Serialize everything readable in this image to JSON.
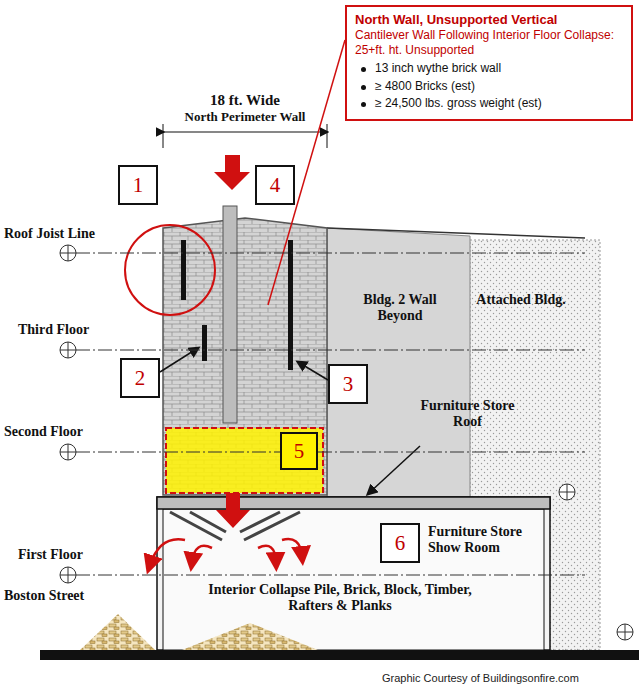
{
  "diagram": {
    "nodes": [
      {
        "text": [
          "North Wall, Unsupported Vertical",
          "Cantilever Wall Following Interior Floor Collapse: 25+ft. ht. Unsupported",
          "13 inch wythe brick wall",
          "≥ 4800 Bricks (est)",
          "≥ 24,500 lbs. gross weight (est)"
        ]
      },
      {
        "text": [
          "1"
        ]
      },
      {
        "text": [
          "4"
        ]
      },
      {
        "text": [
          "2"
        ]
      },
      {
        "text": [
          "3"
        ]
      },
      {
        "text": [
          "5"
        ]
      },
      {
        "text": [
          "6"
        ]
      }
    ],
    "labels": [
      "18 ft. Wide",
      "North Perimeter Wall",
      "Roof Joist Line",
      "Third Floor",
      "Bldg. 2 Wall Beyond",
      "Attached Bldg.",
      "Second Floor",
      "Furniture Store Roof",
      "Furniture Store Show Room",
      "First Floor",
      "Interior Collapse Pile, Brick, Block, Timber, Rafters & Planks",
      "Boston Street",
      "Graphic Courtesy of Buildingsonfire.com"
    ]
  }
}
